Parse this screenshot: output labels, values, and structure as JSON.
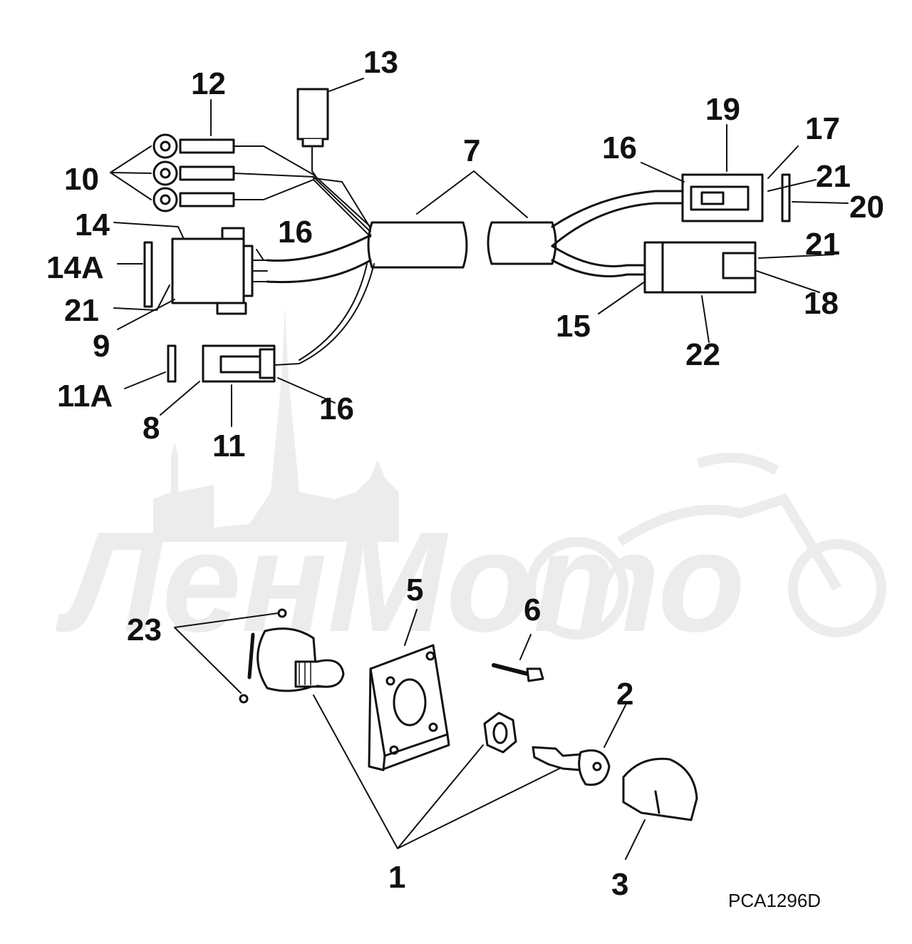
{
  "diagram": {
    "drawing_code": "PCA1296D",
    "watermark": "ЛенМото",
    "callouts": {
      "c1": "1",
      "c2": "2",
      "c3": "3",
      "c5": "5",
      "c6": "6",
      "c7": "7",
      "c8": "8",
      "c9": "9",
      "c10": "10",
      "c11": "11",
      "c11a": "11A",
      "c12": "12",
      "c13": "13",
      "c14": "14",
      "c14a": "14A",
      "c15": "15",
      "c16a": "16",
      "c16b": "16",
      "c16c": "16",
      "c17": "17",
      "c18": "18",
      "c19": "19",
      "c20": "20",
      "c21a": "21",
      "c21b": "21",
      "c21c": "21",
      "c22": "22",
      "c23": "23"
    }
  }
}
